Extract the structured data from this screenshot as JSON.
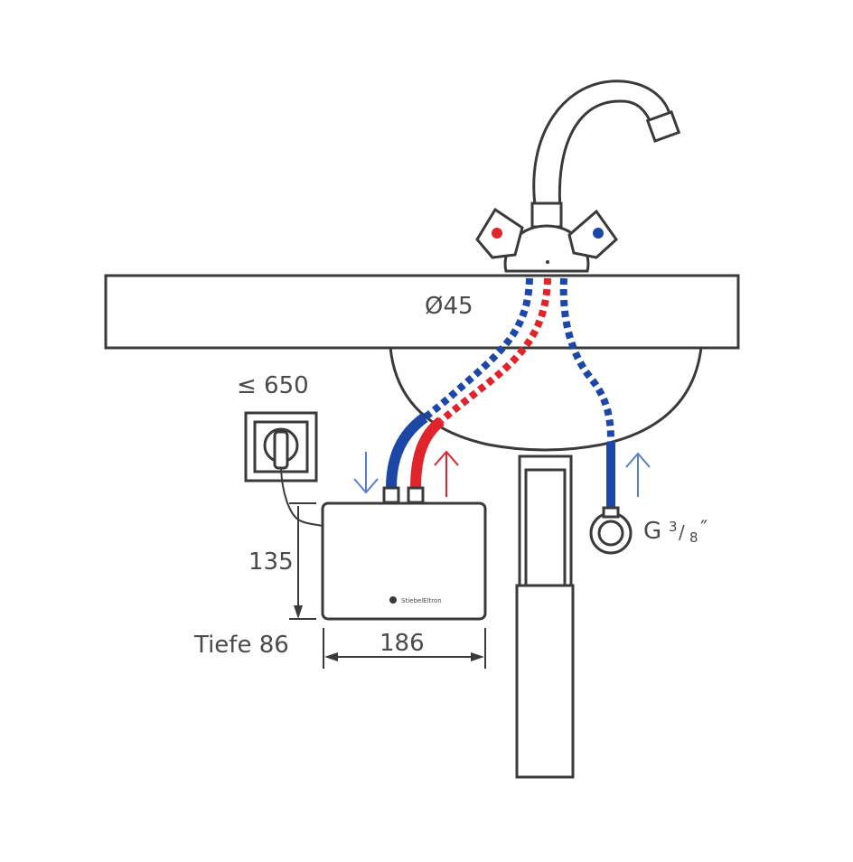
{
  "labels": {
    "tap_hole_diameter": "Ø45",
    "socket_height": "≤ 650",
    "heater_height": "135",
    "heater_width": "186",
    "heater_depth": "Tiefe 86",
    "thread_prefix": "G",
    "thread_num": "3",
    "thread_den": "8",
    "thread_suffix": "″",
    "brand": "StiebelEltron"
  },
  "colors": {
    "hot": "#e0242b",
    "cold": "#1d47a6",
    "arrow_cold": "#5b7ec9",
    "arrow_hot": "#e0242b",
    "line": "#3a3a3a"
  }
}
